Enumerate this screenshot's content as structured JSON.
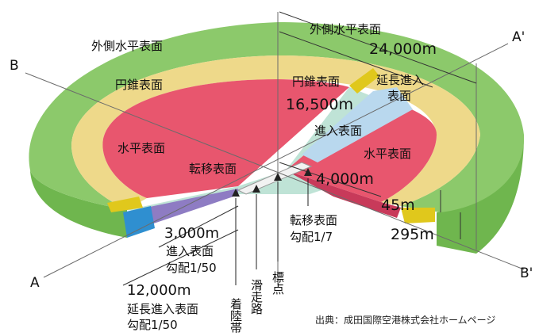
{
  "labels": {
    "outer_horizontal_1": "外側水平表面",
    "outer_horizontal_2": "外側水平表面",
    "conical_1": "円錐表面",
    "conical_2": "円錐表面",
    "horizontal_1": "水平表面",
    "horizontal_2": "水平表面",
    "transitional_1": "転移表面",
    "transitional_2": "転移表面",
    "transitional_slope": "勾配1/7",
    "approach": "進入表面",
    "extended_approach_1": "延長進入",
    "extended_approach_2": "表面",
    "approach_bottom": "進入表面",
    "approach_slope": "勾配1/50",
    "extended_approach_bottom": "延長進入表面",
    "extended_approach_slope": "勾配1/50",
    "landing_strip": "着陸帯",
    "runway": "滑走路",
    "reference_point": "標点"
  },
  "dimensions": {
    "d24000": "24,000m",
    "d16500": "16,500m",
    "d4000": "4,000m",
    "d45": "45m",
    "d295": "295m",
    "d3000": "3,000m",
    "d12000": "12,000m"
  },
  "section_markers": {
    "A": "A",
    "A_prime": "A'",
    "B": "B",
    "B_prime": "B'"
  },
  "source": "出典：成田国際空港株式会社ホームページ",
  "colors": {
    "outer_horizontal": "#8cc96b",
    "conical": "#eed98a",
    "horizontal": "#e8566e",
    "transitional": "#bfe3d6",
    "approach": "#b9d8ee",
    "extended_approach": "#8e7cc3",
    "marker_yellow": "#e0c81c",
    "marker_blue": "#2f8fd0"
  }
}
